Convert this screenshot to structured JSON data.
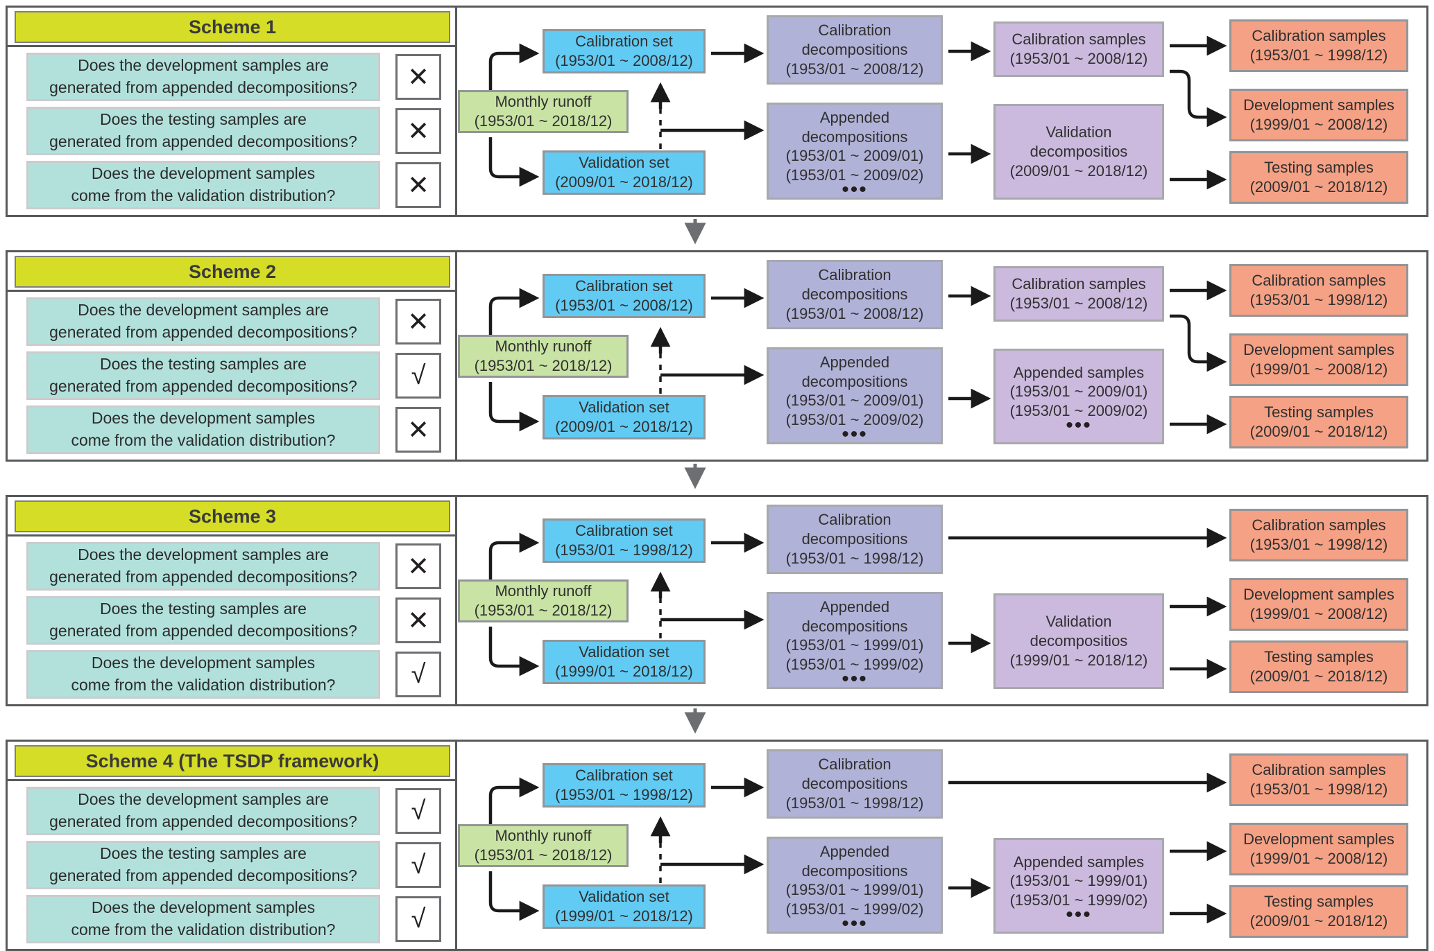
{
  "palette": {
    "header_yellow": "#d6dd26",
    "question_teal": "#b2e1dc",
    "runoff_green": "#c8e3a3",
    "set_blue": "#62cbf4",
    "decomposition_slate": "#b1b2d7",
    "samples_lilac": "#cbb9de",
    "samples_salmon": "#f4a185",
    "panel_border": "#58595b",
    "arrow_black": "#1a1a1a",
    "arrow_gray": "#6d6e71"
  },
  "questions": [
    {
      "lines": [
        "Does the development samples are",
        "generated from appended decompositions?"
      ]
    },
    {
      "lines": [
        "Does the testing samples are",
        "generated from appended decompositions?"
      ]
    },
    {
      "lines": [
        "Does the development samples",
        "come from the validation distribution?"
      ]
    }
  ],
  "marks": {
    "no": "✕",
    "yes": "√"
  },
  "schemes": [
    {
      "title": "Scheme 1",
      "answers": [
        "✕",
        "✕",
        "✕"
      ],
      "boxes": {
        "monthly": {
          "kind": "green",
          "lines": [
            "Monthly runoff",
            "(1953/01 ~ 2018/12)"
          ]
        },
        "calset": {
          "kind": "blue",
          "lines": [
            "Calibration set",
            "(1953/01 ~ 2008/12)"
          ]
        },
        "valset": {
          "kind": "blue",
          "lines": [
            "Validation set",
            "(2009/01 ~ 2018/12)"
          ]
        },
        "caldec": {
          "kind": "slate",
          "lines": [
            "Calibration",
            "decompositions",
            "(1953/01 ~ 2008/12)"
          ]
        },
        "appdec": {
          "kind": "slate",
          "lines": [
            "Appended",
            "decompositions",
            "(1953/01 ~ 2009/01)",
            "(1953/01 ~ 2009/02)",
            "•••"
          ]
        },
        "midtop": {
          "kind": "lilac",
          "lines": [
            "Calibration samples",
            "(1953/01 ~ 2008/12)"
          ]
        },
        "midbottom": {
          "kind": "lilac",
          "lines": [
            "Validation",
            "decompositios",
            "(2009/01 ~ 2018/12)"
          ]
        },
        "salmon_cal": {
          "kind": "salmon",
          "lines": [
            "Calibration samples",
            "(1953/01 ~ 1998/12)"
          ]
        },
        "salmon_dev": {
          "kind": "salmon",
          "lines": [
            "Development samples",
            "(1999/01 ~ 2008/12)"
          ]
        },
        "salmon_test": {
          "kind": "salmon",
          "lines": [
            "Testing samples",
            "(2009/01 ~ 2018/12)"
          ]
        }
      }
    },
    {
      "title": "Scheme 2",
      "answers": [
        "✕",
        "√",
        "✕"
      ],
      "boxes": {
        "monthly": {
          "kind": "green",
          "lines": [
            "Monthly runoff",
            "(1953/01 ~ 2018/12)"
          ]
        },
        "calset": {
          "kind": "blue",
          "lines": [
            "Calibration set",
            "(1953/01 ~ 2008/12)"
          ]
        },
        "valset": {
          "kind": "blue",
          "lines": [
            "Validation set",
            "(2009/01 ~ 2018/12)"
          ]
        },
        "caldec": {
          "kind": "slate",
          "lines": [
            "Calibration",
            "decompositions",
            "(1953/01 ~ 2008/12)"
          ]
        },
        "appdec": {
          "kind": "slate",
          "lines": [
            "Appended",
            "decompositions",
            "(1953/01 ~ 2009/01)",
            "(1953/01 ~ 2009/02)",
            "•••"
          ]
        },
        "midtop": {
          "kind": "lilac",
          "lines": [
            "Calibration samples",
            "(1953/01 ~ 2008/12)"
          ]
        },
        "midbottom": {
          "kind": "lilac",
          "lines": [
            "Appended samples",
            "(1953/01 ~ 2009/01)",
            "(1953/01 ~ 2009/02)",
            "•••"
          ]
        },
        "salmon_cal": {
          "kind": "salmon",
          "lines": [
            "Calibration samples",
            "(1953/01 ~ 1998/12)"
          ]
        },
        "salmon_dev": {
          "kind": "salmon",
          "lines": [
            "Development samples",
            "(1999/01 ~ 2008/12)"
          ]
        },
        "salmon_test": {
          "kind": "salmon",
          "lines": [
            "Testing samples",
            "(2009/01 ~ 2018/12)"
          ]
        }
      }
    },
    {
      "title": "Scheme 3",
      "answers": [
        "✕",
        "✕",
        "√"
      ],
      "boxes": {
        "monthly": {
          "kind": "green",
          "lines": [
            "Monthly runoff",
            "(1953/01 ~ 2018/12)"
          ]
        },
        "calset": {
          "kind": "blue",
          "lines": [
            "Calibration set",
            "(1953/01 ~ 1998/12)"
          ]
        },
        "valset": {
          "kind": "blue",
          "lines": [
            "Validation set",
            "(1999/01 ~ 2018/12)"
          ]
        },
        "caldec": {
          "kind": "slate",
          "lines": [
            "Calibration",
            "decompositions",
            "(1953/01 ~ 1998/12)"
          ]
        },
        "appdec": {
          "kind": "slate",
          "lines": [
            "Appended",
            "decompositions",
            "(1953/01 ~ 1999/01)",
            "(1953/01 ~ 1999/02)",
            "•••"
          ]
        },
        "midbottom": {
          "kind": "lilac",
          "lines": [
            "Validation",
            "decompositios",
            "(1999/01 ~ 2018/12)"
          ]
        },
        "salmon_cal": {
          "kind": "salmon",
          "lines": [
            "Calibration samples",
            "(1953/01 ~ 1998/12)"
          ]
        },
        "salmon_dev": {
          "kind": "salmon",
          "lines": [
            "Development samples",
            "(1999/01 ~ 2008/12)"
          ]
        },
        "salmon_test": {
          "kind": "salmon",
          "lines": [
            "Testing samples",
            "(2009/01 ~ 2018/12)"
          ]
        }
      }
    },
    {
      "title": "Scheme 4 (The TSDP framework)",
      "answers": [
        "√",
        "√",
        "√"
      ],
      "boxes": {
        "monthly": {
          "kind": "green",
          "lines": [
            "Monthly runoff",
            "(1953/01 ~ 2018/12)"
          ]
        },
        "calset": {
          "kind": "blue",
          "lines": [
            "Calibration set",
            "(1953/01 ~ 1998/12)"
          ]
        },
        "valset": {
          "kind": "blue",
          "lines": [
            "Validation set",
            "(1999/01 ~ 2018/12)"
          ]
        },
        "caldec": {
          "kind": "slate",
          "lines": [
            "Calibration",
            "decompositions",
            "(1953/01 ~ 1998/12)"
          ]
        },
        "appdec": {
          "kind": "slate",
          "lines": [
            "Appended",
            "decompositions",
            "(1953/01 ~ 1999/01)",
            "(1953/01 ~ 1999/02)",
            "•••"
          ]
        },
        "midbottom": {
          "kind": "lilac",
          "lines": [
            "Appended samples",
            "(1953/01 ~ 1999/01)",
            "(1953/01 ~ 1999/02)",
            "•••"
          ]
        },
        "salmon_cal": {
          "kind": "salmon",
          "lines": [
            "Calibration samples",
            "(1953/01 ~ 1998/12)"
          ]
        },
        "salmon_dev": {
          "kind": "salmon",
          "lines": [
            "Development samples",
            "(1999/01 ~ 2008/12)"
          ]
        },
        "salmon_test": {
          "kind": "salmon",
          "lines": [
            "Testing samples",
            "(2009/01 ~ 2018/12)"
          ]
        }
      }
    }
  ]
}
